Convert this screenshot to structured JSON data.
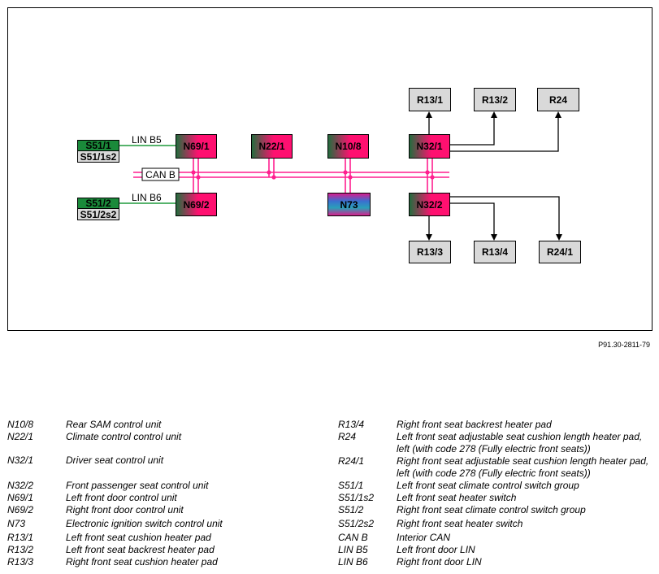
{
  "diagram": {
    "nodes": {
      "s51_1": "S51/1",
      "s51_1s2": "S51/1s2",
      "s51_2": "S51/2",
      "s51_2s2": "S51/2s2",
      "n69_1": "N69/1",
      "n69_2": "N69/2",
      "n22_1": "N22/1",
      "n10_8": "N10/8",
      "n73": "N73",
      "n32_1": "N32/1",
      "n32_2": "N32/2",
      "r13_1": "R13/1",
      "r13_2": "R13/2",
      "r24": "R24",
      "r13_3": "R13/3",
      "r13_4": "R13/4",
      "r24_1": "R24/1"
    },
    "buses": {
      "lin_b5": "LIN B5",
      "lin_b6": "LIN B6",
      "can_b": "CAN B"
    },
    "colors": {
      "bus_can": "#ff1f8f",
      "lin": "#1e9a3c",
      "switch_green": "#1a8a3a",
      "output_gray": "#d9d9d9",
      "module_gradient_left": "#1f7a40",
      "module_gradient_right": "#ff1070"
    }
  },
  "reference": "P91.30-2811-79",
  "legend": {
    "left": [
      {
        "code": "N10/8",
        "desc": "Rear SAM control unit"
      },
      {
        "code": "N22/1",
        "desc": "Climate control control unit"
      },
      {
        "code": "N32/1",
        "desc": "Driver seat control unit"
      },
      {
        "code": "N32/2",
        "desc": "Front passenger seat control unit"
      },
      {
        "code": "N69/1",
        "desc": "Left front door control unit"
      },
      {
        "code": "N69/2",
        "desc": "Right front door control unit"
      },
      {
        "code": "N73",
        "desc": "Electronic ignition switch control unit"
      },
      {
        "code": "R13/1",
        "desc": "Left front seat cushion heater pad"
      },
      {
        "code": "R13/2",
        "desc": "Left front seat backrest heater pad"
      },
      {
        "code": "R13/3",
        "desc": "Right front seat cushion heater pad"
      }
    ],
    "right": [
      {
        "code": "R13/4",
        "desc": "Right front seat backrest heater pad"
      },
      {
        "code": "R24",
        "desc": "Left front seat adjustable seat cushion length heater pad, left (with code 278 (Fully electric front seats))"
      },
      {
        "code": "R24/1",
        "desc": "Right front seat adjustable seat cushion length heater pad, left (with code 278 (Fully electric front seats))"
      },
      {
        "code": "S51/1",
        "desc": "Left front seat climate control switch group"
      },
      {
        "code": "S51/1s2",
        "desc": "Left front seat heater switch"
      },
      {
        "code": "S51/2",
        "desc": "Right front seat climate control switch group"
      },
      {
        "code": "S51/2s2",
        "desc": "Right front seat heater switch"
      },
      {
        "code": "CAN B",
        "desc": "Interior CAN"
      },
      {
        "code": "LIN B5",
        "desc": "Left front door LIN"
      },
      {
        "code": "LIN B6",
        "desc": "Right front door LIN"
      }
    ]
  }
}
